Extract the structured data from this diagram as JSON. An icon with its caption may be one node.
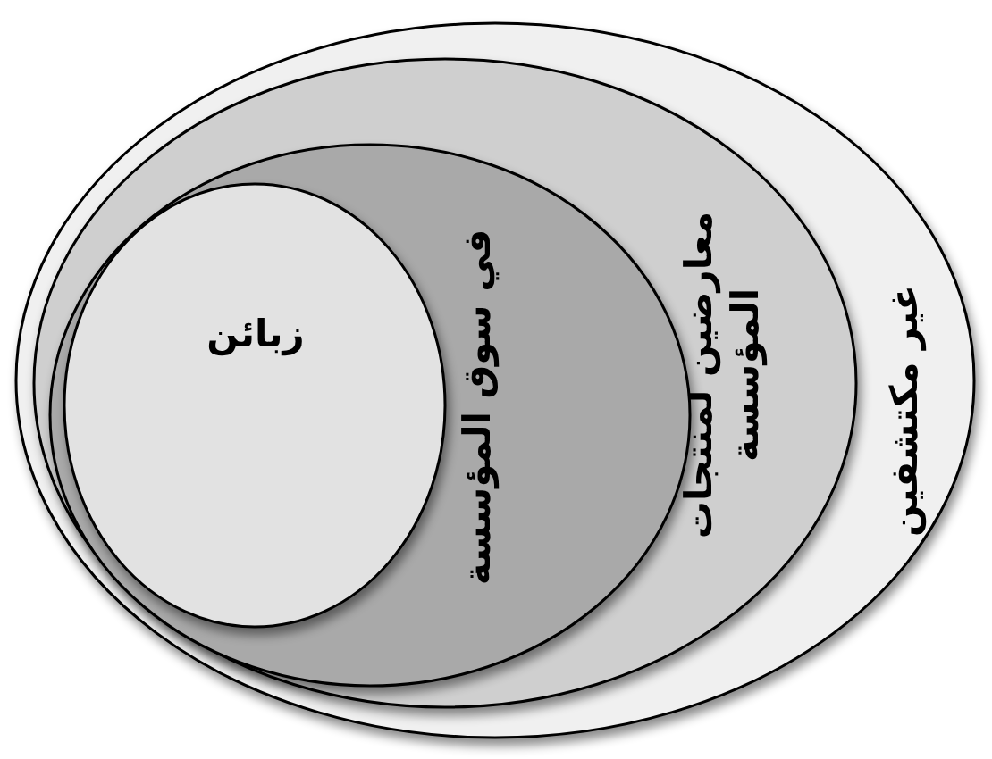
{
  "diagram": {
    "nodes": [
      {
        "text": [
          "غير مكتشفين"
        ]
      },
      {
        "text": [
          "معارضين لمنتجات المؤسسة"
        ],
        "in": 0
      },
      {
        "text": [
          "في سوق المؤسسة"
        ],
        "in": 1
      },
      {
        "text": [
          "زبائن"
        ],
        "in": 2
      }
    ]
  }
}
